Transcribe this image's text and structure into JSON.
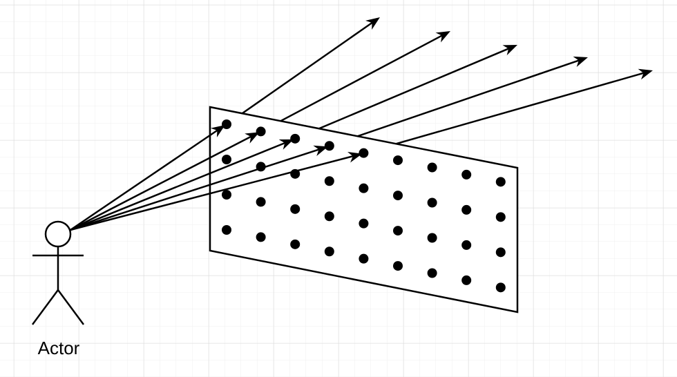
{
  "diagram": {
    "actor": {
      "label": "Actor"
    },
    "panel": {
      "rows": 4,
      "columns": 9
    },
    "rays_count": 5,
    "colors": {
      "stroke": "#000000",
      "fill": "#ffffff",
      "grid_minor": "#f0f0f0",
      "grid_major": "#dddddd"
    }
  }
}
